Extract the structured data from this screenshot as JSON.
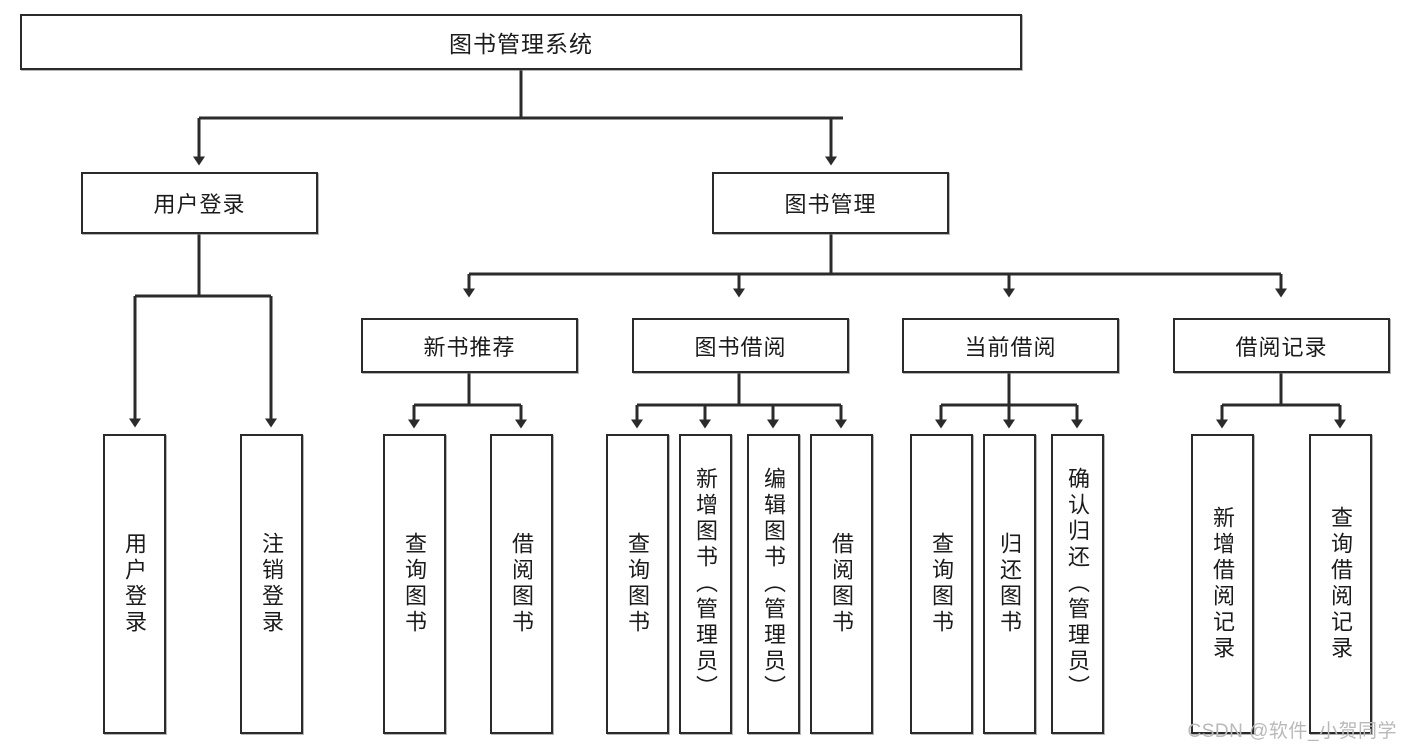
{
  "diagram": {
    "kind": "tree-structure-chart",
    "title": "图书管理系统",
    "watermark": "CSDN @软件_小贺同学",
    "colors": {
      "box_border": "#2b2b2b",
      "box_fill": "#ffffff",
      "connector": "#2b2b2b",
      "text": "#1b1b1b",
      "watermark": "#b9b9b9",
      "background": "#ffffff"
    },
    "levels": {
      "root": {
        "label": "图书管理系统"
      },
      "level1": [
        {
          "label": "用户登录"
        },
        {
          "label": "图书管理"
        }
      ],
      "level2": [
        {
          "label": "新书推荐"
        },
        {
          "label": "图书借阅"
        },
        {
          "label": "当前借阅"
        },
        {
          "label": "借阅记录"
        }
      ],
      "leaves": [
        {
          "label": "用户登录",
          "parent": "用户登录"
        },
        {
          "label": "注销登录",
          "parent": "用户登录"
        },
        {
          "label": "查询图书",
          "parent": "新书推荐"
        },
        {
          "label": "借阅图书",
          "parent": "新书推荐"
        },
        {
          "label": "查询图书",
          "parent": "图书借阅"
        },
        {
          "label": "新增图书（管理员）",
          "parent": "图书借阅"
        },
        {
          "label": "编辑图书（管理员）",
          "parent": "图书借阅"
        },
        {
          "label": "借阅图书",
          "parent": "图书借阅"
        },
        {
          "label": "查询图书",
          "parent": "当前借阅"
        },
        {
          "label": "归还图书",
          "parent": "当前借阅"
        },
        {
          "label": "确认归还（管理员）",
          "parent": "当前借阅"
        },
        {
          "label": "新增借阅记录",
          "parent": "借阅记录"
        },
        {
          "label": "查询借阅记录",
          "parent": "借阅记录"
        }
      ]
    }
  }
}
